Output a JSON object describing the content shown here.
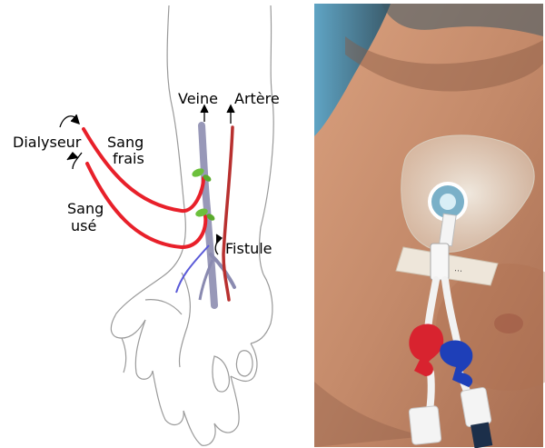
{
  "left_panel": {
    "labels": {
      "dialyzer": "Dialyseur",
      "fresh_blood_line1": "Sang",
      "fresh_blood_line2": "frais",
      "used_blood_line1": "Sang",
      "used_blood_line2": "usé",
      "vein": "Veine",
      "artery": "Artère",
      "fistula": "Fistule"
    },
    "colors": {
      "tube": "#e8202a",
      "artery": "#b8302f",
      "vein": "#9898b8",
      "vein_dark": "#5a5ad8",
      "needle_clip": "#6cc03c",
      "outline": "#9a9a9a"
    }
  },
  "right_panel": {
    "photo_subject": "tunneled-central-venous-catheter-on-chest",
    "colors": {
      "skin": "#c48a6a",
      "skin_shadow": "#8a5a44",
      "background": "#6a8ea0",
      "dressing": "#e9e2d6",
      "clamp_red": "#d8232f",
      "clamp_blue": "#1e3fb8",
      "hub_blue": "#7ab0c8",
      "tube": "#eeeeee"
    }
  }
}
